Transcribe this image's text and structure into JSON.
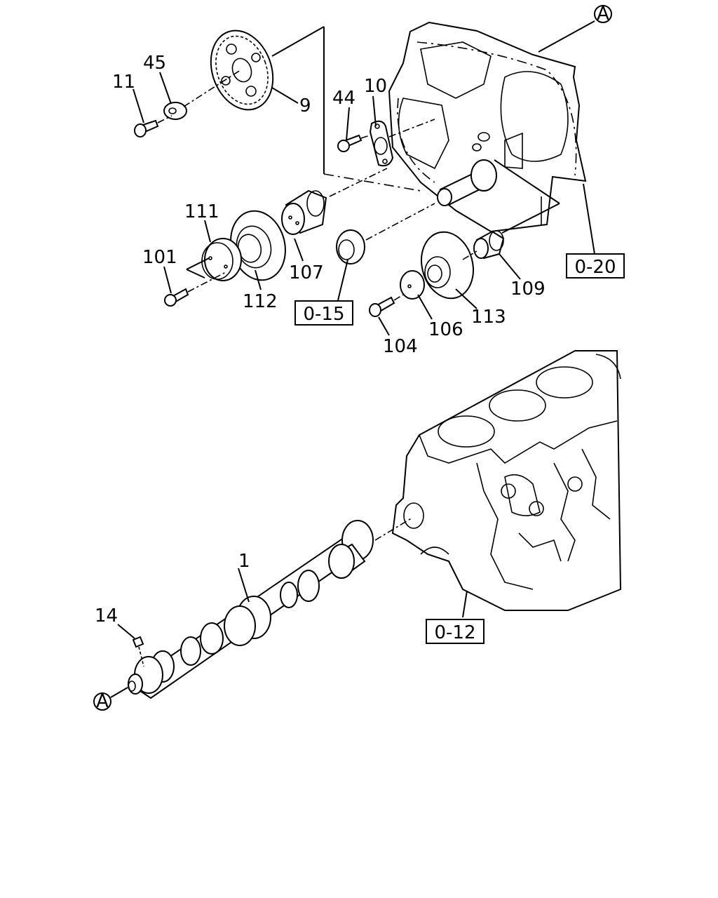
{
  "part_labels": [
    "1",
    "9",
    "10",
    "11",
    "14",
    "44",
    "45",
    "101",
    "104",
    "106",
    "107",
    "109",
    "111",
    "112",
    "113"
  ],
  "reference_boxes": [
    "0-12",
    "0-15",
    "0-20"
  ],
  "connector_marks": [
    "A",
    "A"
  ]
}
